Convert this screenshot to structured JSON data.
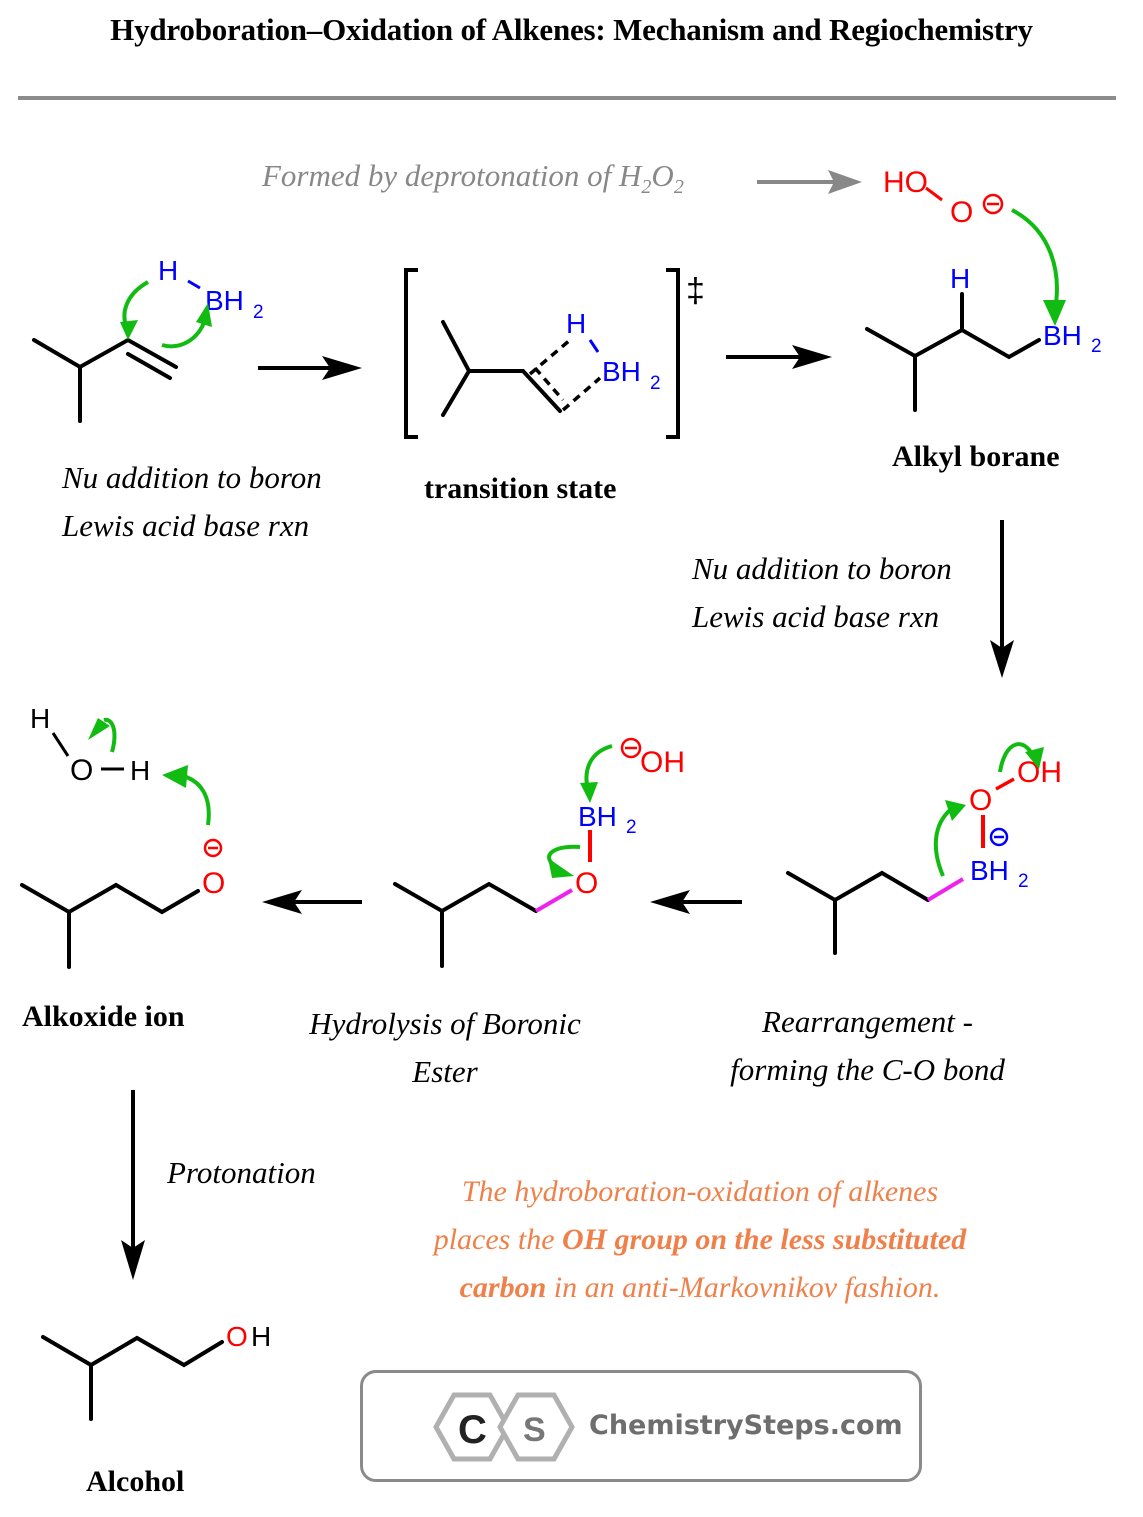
{
  "title": "Hydroboration–Oxidation of Alkenes: Mechanism and Regiochemistry",
  "colors": {
    "bond": "#000000",
    "boron": "#0000ff",
    "oxygen": "#ff0000",
    "arrow_curved": "#11bb11",
    "new_bond": "#ee22ee",
    "note_gray": "#888888",
    "summary_orange": "#f0804a",
    "rule_gray": "#8c8c8c"
  },
  "top_note": {
    "text_prefix": "Formed by deprotonation of H",
    "sub1": "2",
    "mid": "O",
    "sub2": "2"
  },
  "atoms": {
    "H": "H",
    "B": "B",
    "H2": "H",
    "sub2": "2",
    "O": "O",
    "HO": "HO",
    "OH": "OH",
    "minus": "−",
    "dagger": "‡"
  },
  "steps": {
    "step1_caption": [
      "Nu addition to boron",
      "Lewis acid base rxn"
    ],
    "transition_state_label": "transition state",
    "alkyl_borane_label": "Alkyl borane",
    "step2_caption": [
      "Nu addition to boron",
      "Lewis acid base rxn"
    ],
    "rearrangement_caption": [
      "Rearrangement -",
      "forming the C-O bond"
    ],
    "hydrolysis_caption": [
      "Hydrolysis of Boronic",
      "Ester"
    ],
    "alkoxide_label": "Alkoxide ion",
    "protonation_caption": "Protonation",
    "alcohol_label": "Alcohol"
  },
  "summary": {
    "line1": "The hydroboration-oxidation of alkenes",
    "line2_pre": "places the ",
    "line2_bold": "OH group on the less substituted",
    "line3_bold": "carbon",
    "line3_post": " in an anti-Markovnikov fashion."
  },
  "logo": {
    "letter1": "C",
    "letter2": "S",
    "text": "ChemistrySteps.com"
  }
}
